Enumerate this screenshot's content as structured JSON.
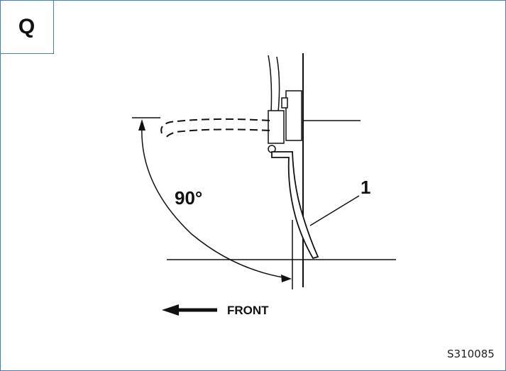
{
  "panel": {
    "label": "Q"
  },
  "diagram": {
    "angle_label": "90°",
    "callout_label": "1",
    "direction_label": "FRONT",
    "figure_code": "S310085"
  },
  "colors": {
    "frame": "#4a7bb7",
    "ink": "#111111"
  }
}
